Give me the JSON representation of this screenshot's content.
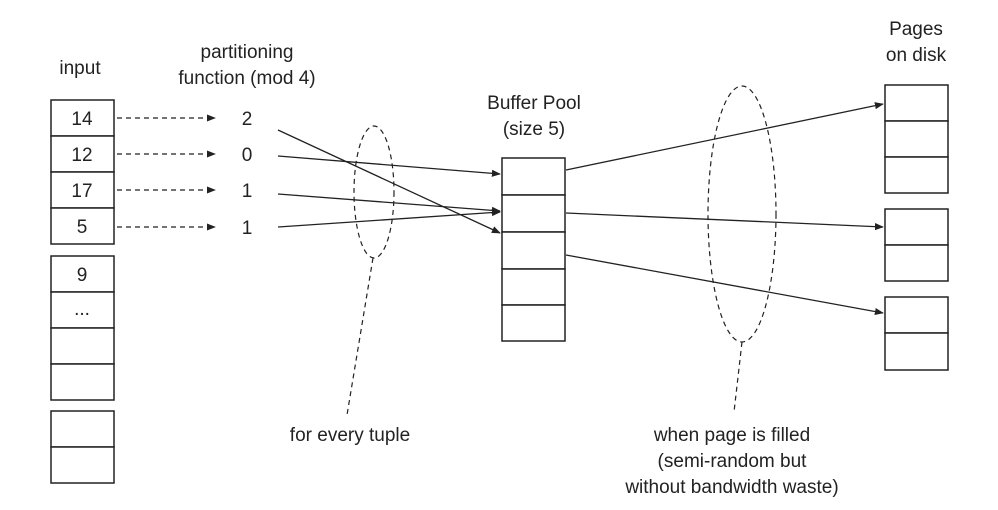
{
  "labels": {
    "input": "input",
    "partitioning_line1": "partitioning",
    "partitioning_line2": "function (mod 4)",
    "buffer_line1": "Buffer Pool",
    "buffer_line2": "(size 5)",
    "disk_line1": "Pages",
    "disk_line2": "on disk",
    "every_tuple": "for every tuple",
    "filled_line1": "when page is filled",
    "filled_line2": "(semi-random but",
    "filled_line3": "without bandwidth waste)"
  },
  "input_cells": [
    "14",
    "12",
    "17",
    "5",
    "9",
    "...",
    "",
    "",
    "",
    ""
  ],
  "partition_values": [
    "2",
    "0",
    "1",
    "1"
  ]
}
